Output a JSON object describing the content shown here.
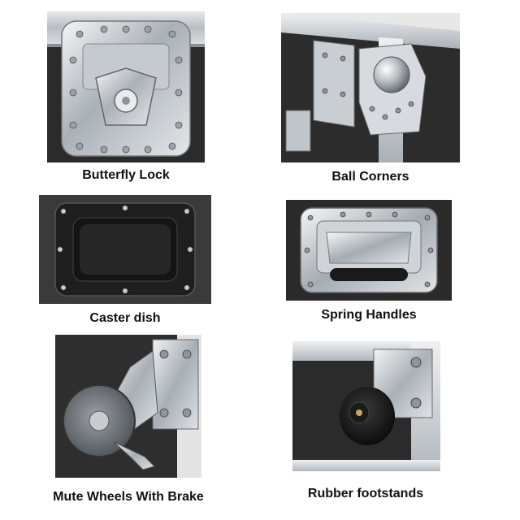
{
  "products": [
    {
      "label": "Butterfly Lock",
      "icon": "butterfly-lock-icon"
    },
    {
      "label": "Ball Corners",
      "icon": "ball-corner-icon"
    },
    {
      "label": "Caster dish",
      "icon": "caster-dish-icon"
    },
    {
      "label": "Spring Handles",
      "icon": "spring-handle-icon"
    },
    {
      "label": "Mute Wheels With Brake",
      "icon": "caster-wheel-icon"
    },
    {
      "label": "Rubber footstands",
      "icon": "rubber-foot-icon"
    }
  ],
  "colors": {
    "chrome": "#d8dde2",
    "case_black": "#2a2a2a",
    "aluminum": "#b9bfc5",
    "caption_text": "#111111"
  }
}
